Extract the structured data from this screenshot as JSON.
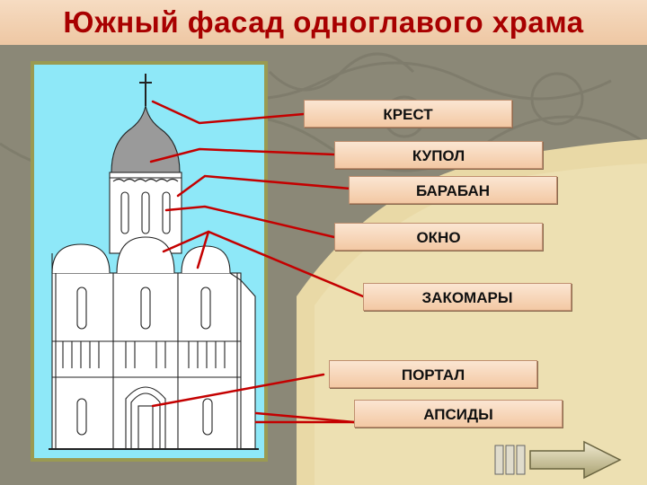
{
  "title": "Южный фасад одноглавого храма",
  "labels": {
    "cross": "КРЕСТ",
    "dome": "КУПОЛ",
    "drum": "БАРАБАН",
    "window": "ОКНО",
    "zakomary": "ЗАКОМАРЫ",
    "portal": "ПОРТАЛ",
    "apses": "АПСИДЫ"
  },
  "colors": {
    "title_text": "#a80000",
    "pointer_lines": "#c40000",
    "label_fill": "#f6d7b9",
    "picture_background": "#8ee8f8",
    "picture_frame": "#9a9a52"
  },
  "icons": {
    "navigation": "forward-arrow-icon",
    "back": "end-bars-icon"
  }
}
